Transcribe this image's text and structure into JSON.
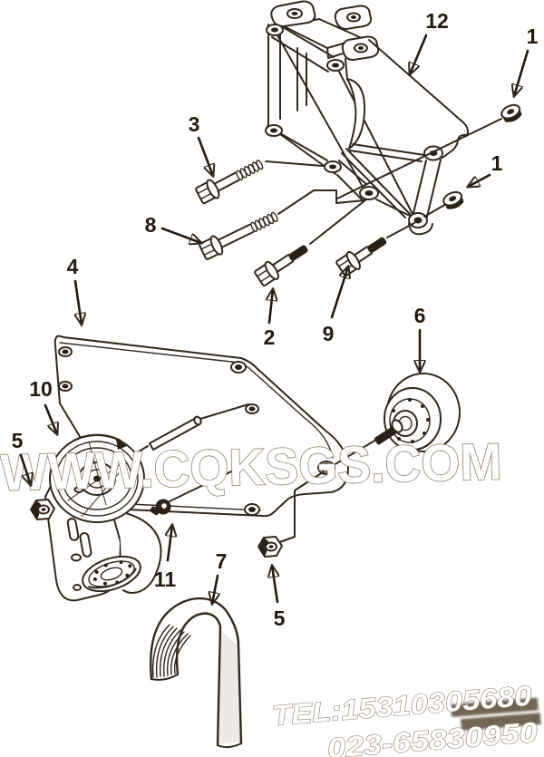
{
  "diagram": {
    "type": "exploded-parts-diagram",
    "callouts": [
      {
        "id": "12",
        "label": "12"
      },
      {
        "id": "1a",
        "label": "1"
      },
      {
        "id": "1b",
        "label": "1"
      },
      {
        "id": "3",
        "label": "3"
      },
      {
        "id": "8",
        "label": "8"
      },
      {
        "id": "2",
        "label": "2"
      },
      {
        "id": "9",
        "label": "9"
      },
      {
        "id": "4",
        "label": "4"
      },
      {
        "id": "6",
        "label": "6"
      },
      {
        "id": "10",
        "label": "10"
      },
      {
        "id": "5a",
        "label": "5"
      },
      {
        "id": "11",
        "label": "11"
      },
      {
        "id": "7",
        "label": "7"
      },
      {
        "id": "5b",
        "label": "5"
      }
    ],
    "watermarks": {
      "site": "WWW.CQKSGS.COM",
      "tel_line1": "TEL:15310305680",
      "tel_line2": "023-65830950"
    },
    "colors": {
      "line": "#32281d",
      "label": "#231a10",
      "watermark_outline": "#93826d",
      "background": "#ffffff"
    }
  }
}
